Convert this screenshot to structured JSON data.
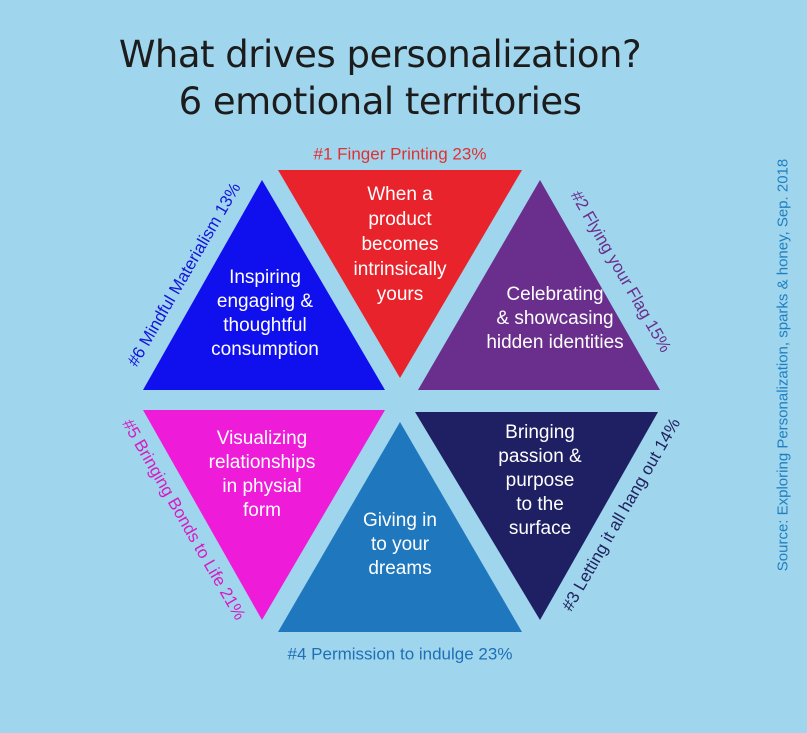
{
  "title": {
    "line1": "What drives personalization?",
    "line2": "6 emotional territories"
  },
  "source": "Source: Exploring Personalization, sparks & honey, Sep. 2018",
  "territories": [
    {
      "rank": "#1",
      "label": "#1 Finger Printing 23%",
      "percent": 23,
      "color": "#e8232b",
      "label_color": "#e03030",
      "text": [
        "When a",
        "product",
        "becomes",
        "intrinsically",
        "yours"
      ]
    },
    {
      "rank": "#2",
      "label": "#2 Flying your Flag 15%",
      "percent": 15,
      "color": "#6a2f8c",
      "label_color": "#6a2f8c",
      "text": [
        "Celebrating",
        "& showcasing",
        "hidden identities"
      ]
    },
    {
      "rank": "#3",
      "label": "#3 Letting it all hang out  14%",
      "percent": 14,
      "color": "#1f1f63",
      "label_color": "#22225e",
      "text": [
        "Bringing",
        "passion &",
        "purpose",
        "to the",
        "surface"
      ]
    },
    {
      "rank": "#4",
      "label": "#4 Permission to indulge 23%",
      "percent": 23,
      "color": "#1f77be",
      "label_color": "#1f6fb5",
      "text": [
        "Giving in",
        "to your",
        "dreams"
      ]
    },
    {
      "rank": "#5",
      "label": "#5 Bringing Bonds to Life 21%",
      "percent": 21,
      "color": "#ee1cd8",
      "label_color": "#d61bc2",
      "text": [
        "Visualizing",
        "relationships",
        "in physial",
        "form"
      ]
    },
    {
      "rank": "#6",
      "label": "#6 Mindful Materialism 13%",
      "percent": 13,
      "color": "#1010ee",
      "label_color": "#1515d8",
      "text": [
        "Inspiring",
        "engaging &",
        "thoughtful",
        "consumption"
      ]
    }
  ]
}
